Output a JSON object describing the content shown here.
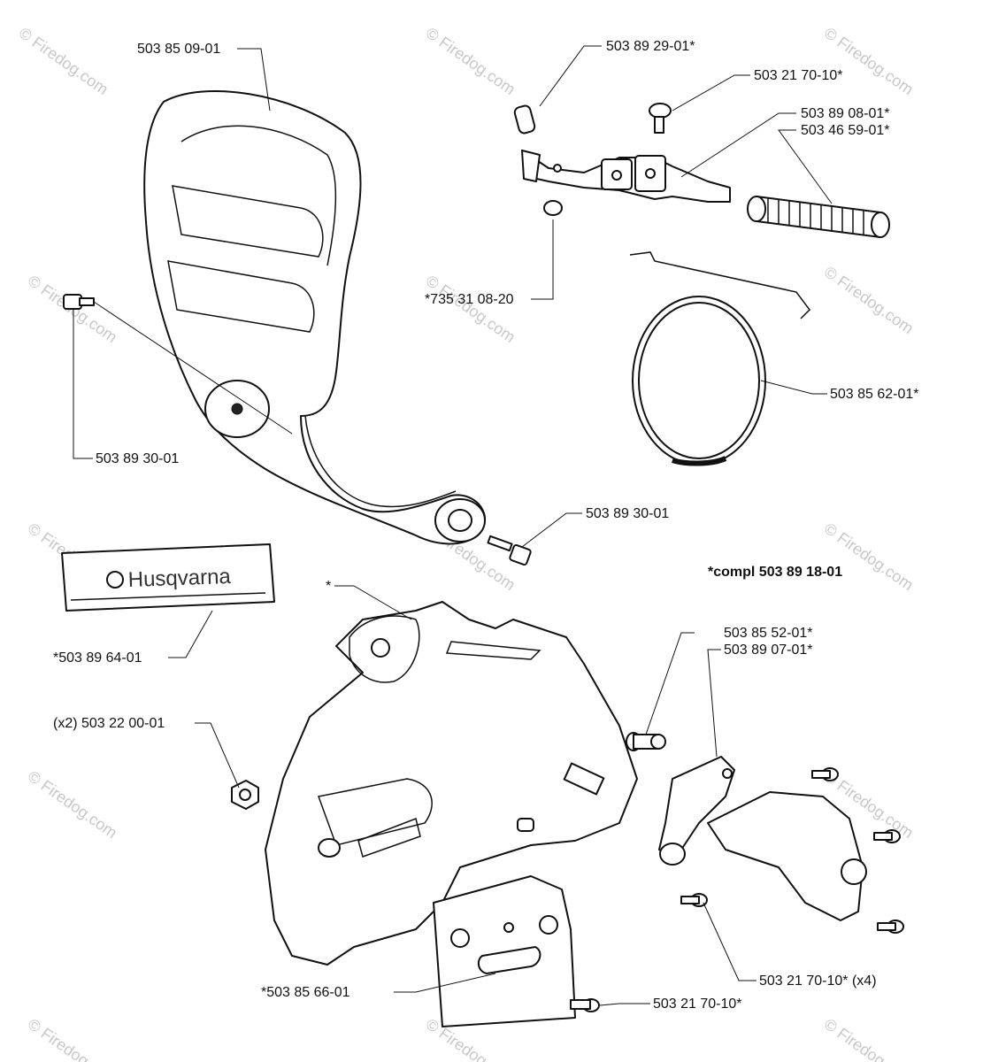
{
  "labels": {
    "handle_guard": "503 85 09-01",
    "chain_brake_lever": "503 89 29-01*",
    "screw_top": "503 21 70-10*",
    "spring_holder_a": "503 89 08-01*",
    "spring_holder_b": "503 46 59-01*",
    "snap_ring": "*735 31 08-20",
    "brake_band": "503 85 62-01*",
    "pivot_screw_left": "503 89 30-01",
    "pivot_screw_right": "503 89 30-01",
    "decal": "*503 89 64-01",
    "nut": "(x2) 503 22 00-01",
    "pin_a": "503 85 52-01*",
    "pin_b": "503 89 07-01*",
    "screws_x4": "503 21 70-10* (x4)",
    "screw_bottom": "503 21 70-10*",
    "plate": "*503 85 66-01",
    "asterisk": "*"
  },
  "note": "*compl 503 89 18-01",
  "decal_brand": "Husqvarna",
  "watermark": "© Firedog.com",
  "colors": {
    "line": "#111111",
    "watermark": "#c8c8c8",
    "background": "#ffffff"
  }
}
